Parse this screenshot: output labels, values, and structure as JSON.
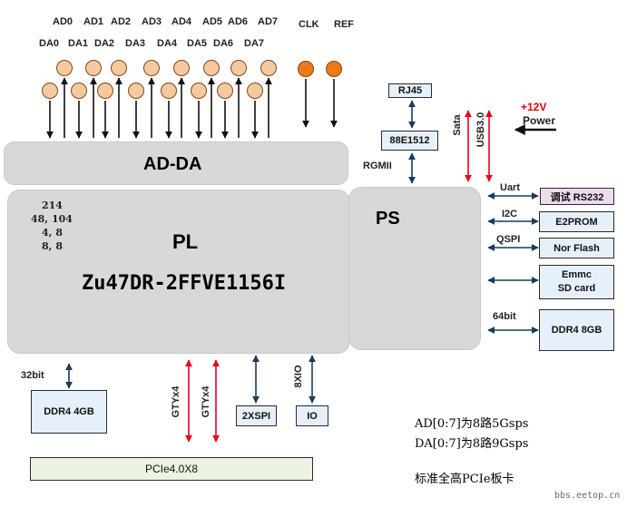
{
  "ad_labels": [
    "AD0",
    "AD1",
    "AD2",
    "AD3",
    "AD4",
    "AD5",
    "AD6",
    "AD7"
  ],
  "da_labels": [
    "DA0",
    "DA1",
    "DA2",
    "DA3",
    "DA4",
    "DA5",
    "DA6",
    "DA7"
  ],
  "clk_label": "CLK",
  "ref_label": "REF",
  "ad_da_block": "AD-DA",
  "pl_block": {
    "bank_numbers": [
      "214",
      "48, 104",
      "4, 8",
      "8, 8"
    ],
    "title": "PL",
    "chip": "Zu47DR-2FFVE1156I"
  },
  "ps_block": {
    "title": "PS"
  },
  "ethernet": {
    "connector": "RJ45",
    "phy": "88E1512",
    "interface": "RGMII"
  },
  "sata_label": "Sata",
  "usb_label": "USB3.0",
  "power": {
    "voltage": "+12V",
    "label": "Power"
  },
  "peripherals": [
    {
      "bus": "Uart",
      "device": "调试 RS232"
    },
    {
      "bus": "I2C",
      "device": "E2PROM"
    },
    {
      "bus": "QSPI",
      "device": "Nor Flash"
    },
    {
      "bus": "",
      "device_lines": [
        "Emmc",
        "SD card"
      ]
    },
    {
      "bus": "64bit",
      "device": "DDR4 8GB"
    }
  ],
  "pl_memory": {
    "bus": "32bit",
    "device": "DDR4 4GB"
  },
  "gty_labels": [
    "GTYx4",
    "GTYx4"
  ],
  "xspi_label": "2XSPI",
  "io_bus": "8XIO",
  "io_label": "IO",
  "pcie_label": "PCIe4.0X8",
  "notes": [
    "AD[0:7]为8路5Gsps",
    "DA[0:7]为8路9Gsps",
    "标准全高PCIe板卡"
  ],
  "watermark": "bbs.eetop.cn",
  "colors": {
    "orange_light": "#f5c8a0",
    "orange_dark": "#f07818",
    "block_gray": "#d8d8d8",
    "box_blue": "#e6f0fa",
    "box_pink": "#ecdcec",
    "arrow_dark": "#111111",
    "arrow_red": "#e8001a",
    "arrow_navy": "#1c3a5a",
    "power_red": "#e00000"
  }
}
